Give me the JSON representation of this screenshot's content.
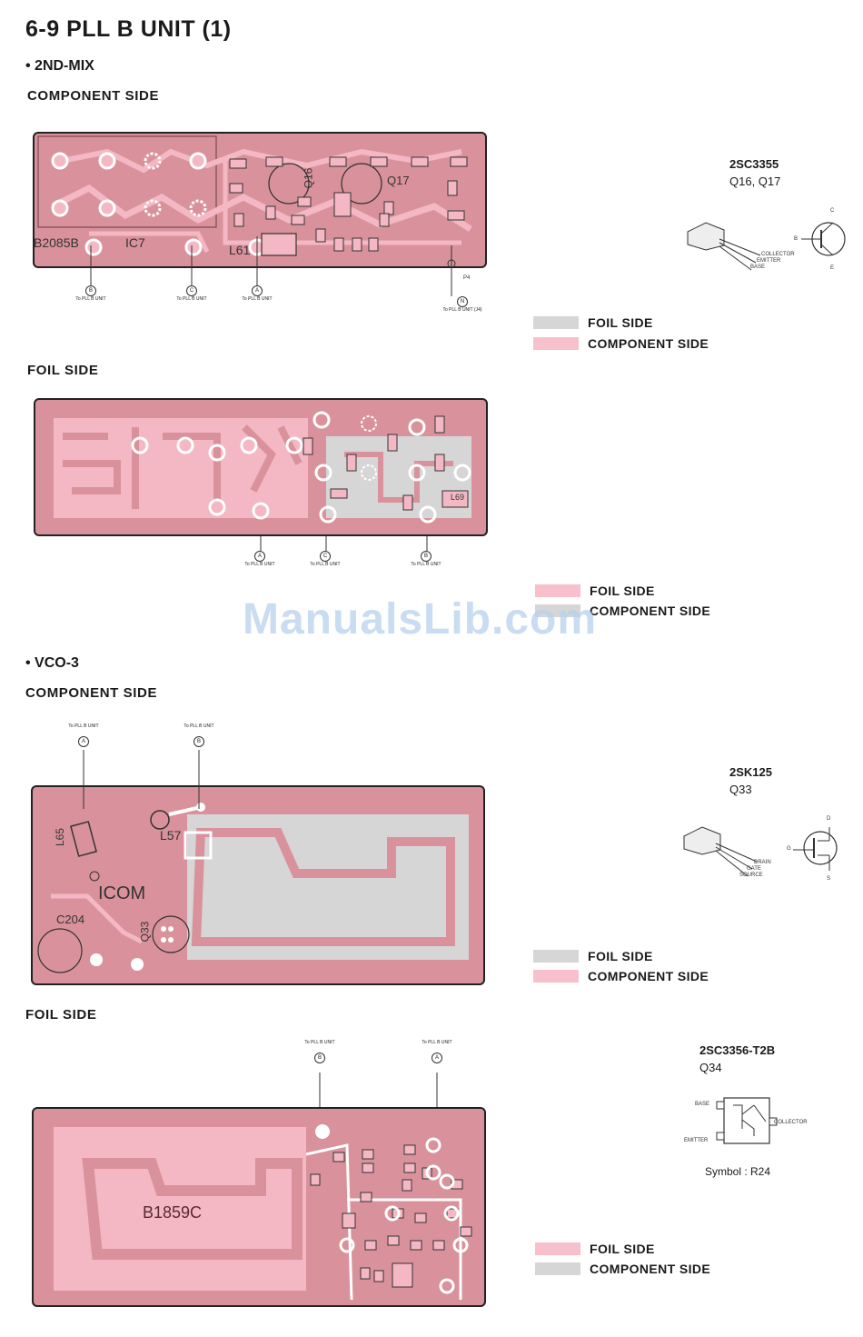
{
  "page_title": "6-9  PLL B UNIT (1)",
  "sections": {
    "mix": {
      "heading": "• 2ND-MIX",
      "component_side": "COMPONENT SIDE",
      "foil_side": "FOIL SIDE",
      "board_labels": {
        "b": "B2085B",
        "ic": "IC7",
        "l": "L61",
        "q16": "Q16",
        "q17": "Q17",
        "l69": "L69",
        "p4": "P4"
      },
      "connectors_top": [
        {
          "letter": "B",
          "text": "To PLL B UNIT"
        },
        {
          "letter": "C",
          "text": "To PLL B UNIT"
        },
        {
          "letter": "A",
          "text": "To PLL B UNIT"
        },
        {
          "letter": "N",
          "text": "To PLL B UNIT (J4)"
        }
      ],
      "connectors_bottom": [
        {
          "letter": "A",
          "text": "To PLL B UNIT"
        },
        {
          "letter": "C",
          "text": "To PLL B UNIT"
        },
        {
          "letter": "B",
          "text": "To PLL B UNIT"
        }
      ],
      "part_top": {
        "name": "2SC3355",
        "refs": "Q16, Q17",
        "pins": [
          "COLLECTOR",
          "EMITTER",
          "BASE"
        ],
        "sym": [
          "B",
          "C",
          "E"
        ]
      }
    },
    "vco": {
      "heading": "• VCO-3",
      "component_side": "COMPONENT SIDE",
      "foil_side": "FOIL SIDE",
      "board_labels": {
        "l65": "L65",
        "l57": "L57",
        "icom": "ICOM",
        "c204": "C204",
        "q33": "Q33",
        "b": "B1859C"
      },
      "connectors_top": [
        {
          "letter": "A",
          "text": "To PLL B UNIT"
        },
        {
          "letter": "B",
          "text": "To PLL B UNIT"
        }
      ],
      "connectors_bottom": [
        {
          "letter": "B",
          "text": "To PLL B UNIT"
        },
        {
          "letter": "A",
          "text": "To PLL B UNIT"
        }
      ],
      "part_mid": {
        "name": "2SK125",
        "refs": "Q33",
        "pins": [
          "DRAIN",
          "GATE",
          "SOURCE"
        ],
        "sym": [
          "G",
          "D",
          "S"
        ]
      },
      "part_bottom": {
        "name": "2SC3356-T2B",
        "refs": "Q34",
        "pins": [
          "BASE",
          "EMITTER",
          "COLLECTOR"
        ],
        "symbol": "Symbol : R24"
      }
    }
  },
  "legend": {
    "foil": "FOIL SIDE",
    "component": "COMPONENT SIDE"
  },
  "colors": {
    "pcb": "#d9929b",
    "trace_pink": "#f3b8c4",
    "foil_gray": "#d6d6d6",
    "component_pink": "#f7c0cc"
  },
  "watermark": "ManualsLib.com"
}
